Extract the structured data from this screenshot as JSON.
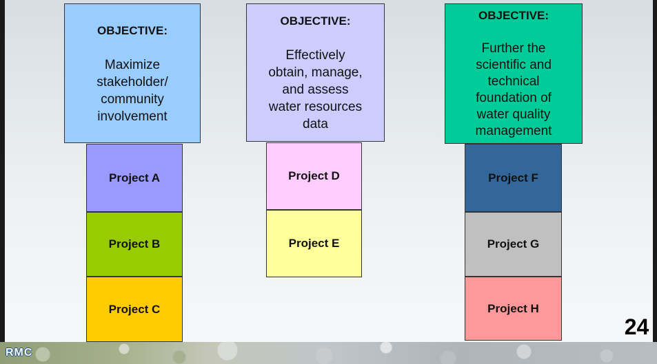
{
  "objectives": [
    {
      "label": "OBJECTIVE:",
      "text": "Maximize\nstakeholder/\ncommunity\ninvolvement",
      "color": "#99ccff"
    },
    {
      "label": "OBJECTIVE:",
      "text": "Effectively\nobtain, manage,\nand assess\nwater resources\ndata",
      "color": "#ccccff"
    },
    {
      "label": "OBJECTIVE:",
      "text": "Further the\nscientific and\ntechnical\nfoundation of\nwater quality\nmanagement",
      "color": "#00cc99"
    }
  ],
  "projects": [
    {
      "label": "Project A",
      "color": "#9999ff"
    },
    {
      "label": "Project B",
      "color": "#99cc00"
    },
    {
      "label": "Project C",
      "color": "#ffcc00"
    },
    {
      "label": "Project D",
      "color": "#ffccff"
    },
    {
      "label": "Project E",
      "color": "#ffff99"
    },
    {
      "label": "Project F",
      "color": "#336699"
    },
    {
      "label": "Project G",
      "color": "#c0c0c0"
    },
    {
      "label": "Project H",
      "color": "#ff9999"
    }
  ],
  "footer": {
    "logo": "RMC",
    "page_number": "24"
  }
}
